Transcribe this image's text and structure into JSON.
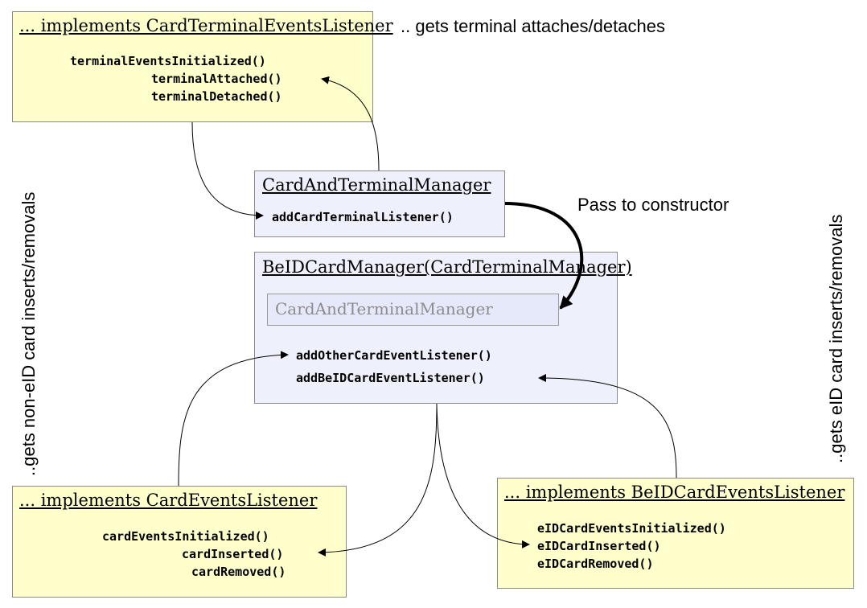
{
  "terminal_listener": {
    "title": "... implements CardTerminalEventsListener",
    "methods": [
      "terminalEventsInitialized()",
      "terminalAttached()",
      "terminalDetached()"
    ]
  },
  "terminal_note": ".. gets terminal attaches/detaches",
  "manager": {
    "title": "CardAndTerminalManager",
    "method": "addCardTerminalListener()"
  },
  "pass_note": "Pass to constructor",
  "beid_manager": {
    "title": "BeIDCardManager(CardTerminalManager)",
    "inner": "CardAndTerminalManager",
    "methods": [
      "addOtherCardEventListener()",
      "addBeIDCardEventListener()"
    ]
  },
  "left_note": "..gets non-eID card inserts/removals",
  "right_note": "..gets eID card inserts/removals",
  "card_listener": {
    "title": "... implements CardEventsListener",
    "methods": [
      "cardEventsInitialized()",
      "cardInserted()",
      "cardRemoved()"
    ]
  },
  "beid_listener": {
    "title": "... implements BeIDCardEventsListener",
    "methods": [
      "eIDCardEventsInitialized()",
      "eIDCardInserted()",
      "eIDCardRemoved()"
    ]
  }
}
